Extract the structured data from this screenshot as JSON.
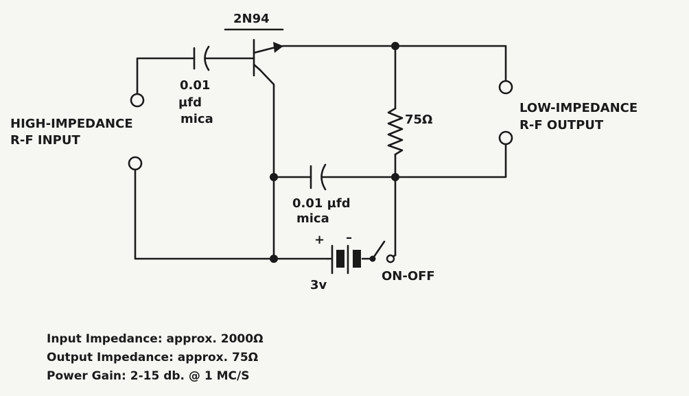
{
  "transistor": {
    "label": "2N94"
  },
  "input_capacitor": {
    "value": "0.01",
    "unit": "µfd",
    "type": "mica"
  },
  "output_capacitor": {
    "value": "0.01 µfd",
    "type": "mica"
  },
  "resistor": {
    "label": "75Ω"
  },
  "input_terminals": {
    "label_line1": "HIGH-IMPEDANCE",
    "label_line2": "R-F INPUT"
  },
  "output_terminals": {
    "label_line1": "LOW-IMPEDANCE",
    "label_line2": "R-F OUTPUT"
  },
  "battery": {
    "label": "3v",
    "plus": "+",
    "minus": "–"
  },
  "switch": {
    "label": "ON-OFF"
  },
  "specs": {
    "input_impedance": "Input Impedance: approx. 2000Ω",
    "output_impedance": "Output Impedance: approx. 75Ω",
    "power_gain": "Power Gain: 2-15 db. @ 1 MC/S"
  }
}
